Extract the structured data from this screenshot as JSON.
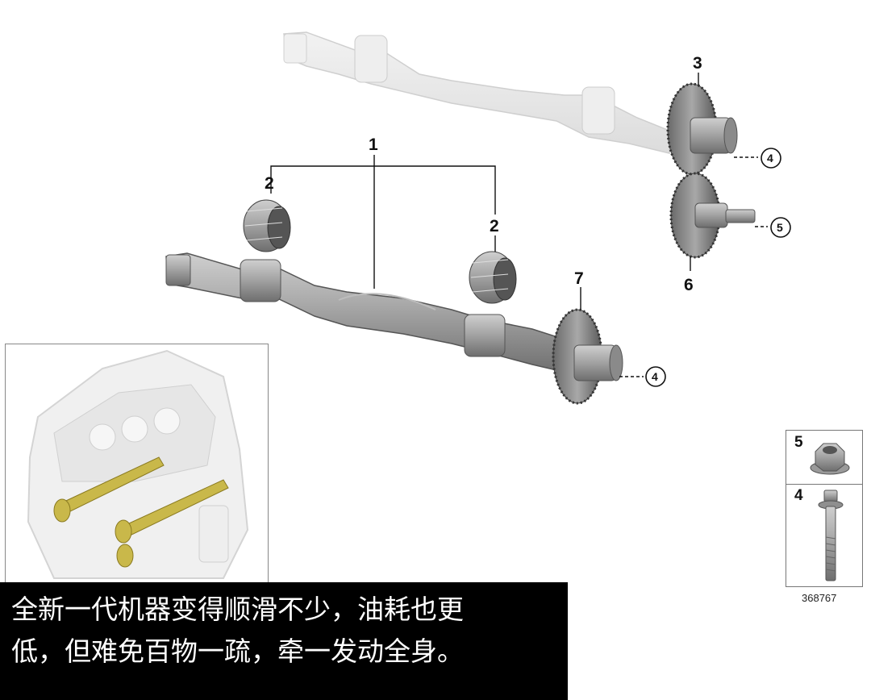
{
  "callouts": {
    "c1": "1",
    "c2a": "2",
    "c2b": "2",
    "c3": "3",
    "c6": "6",
    "c7": "7"
  },
  "circled": {
    "upper_bolt": "4",
    "lower_bolt": "4",
    "nut": "5"
  },
  "hardware_legend": {
    "nut_label": "5",
    "bolt_label": "4",
    "nut_icon": "flange-nut-icon",
    "bolt_icon": "flange-bolt-icon"
  },
  "reference_code": "368767",
  "caption": {
    "line1": "全新一代机器变得顺滑不少，油耗也更",
    "line2": "低，但难免百物一疏，牵一发动全身。"
  },
  "colors": {
    "shaft_metal": "#9a9a9a",
    "shaft_ghost": "#e4e4e4",
    "inset_highlight": "#c9b84a",
    "caption_bg": "#000000",
    "caption_text": "#ffffff"
  }
}
